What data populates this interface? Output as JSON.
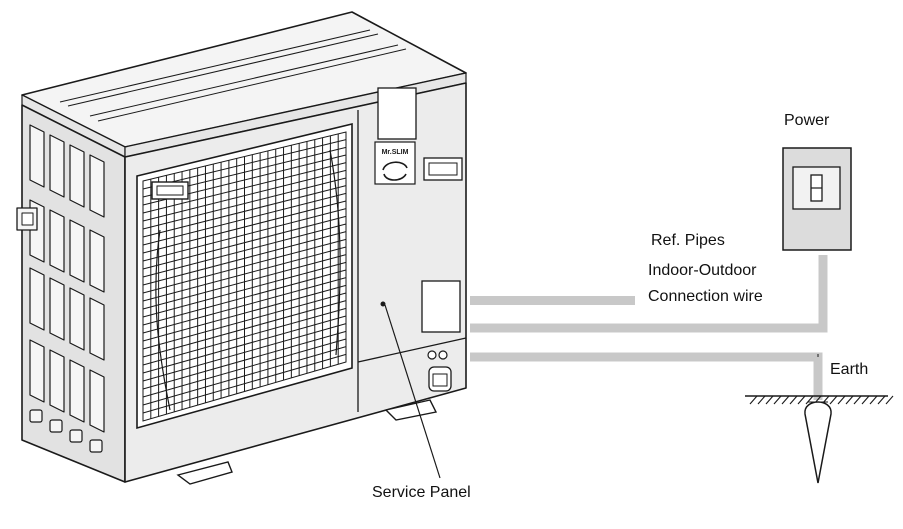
{
  "labels": {
    "power": "Power",
    "ref_pipes": "Ref. Pipes",
    "indoor_outdoor": "Indoor-Outdoor",
    "connection_wire": "Connection wire",
    "earth": "Earth",
    "service_panel": "Service Panel"
  },
  "logo_text": "Mr.SLIM",
  "colors": {
    "line": "#1a1a1a",
    "pipe": "#c8c8c8",
    "switch_box": "#dcdcdc",
    "unit_front": "#ececec",
    "unit_top": "#f4f4f4",
    "unit_side": "#e2e2e2"
  }
}
